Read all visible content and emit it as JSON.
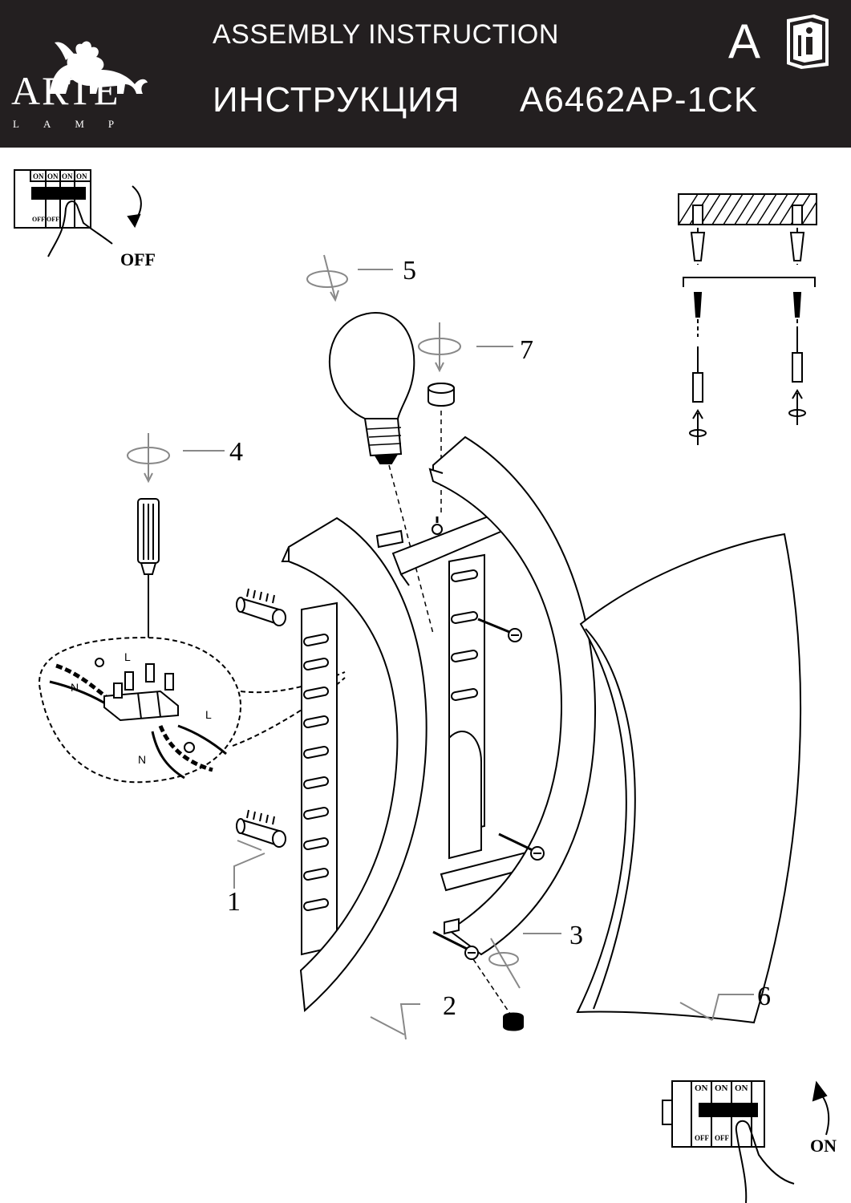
{
  "header": {
    "brand": "ARTE",
    "brand_sub": "LAMP",
    "title_en": "ASSEMBLY  INSTRUCTION",
    "title_ru": "ИНСТРУКЦИЯ",
    "model": "A6462AP-1CK",
    "lang": "A"
  },
  "switch_off": {
    "label": "OFF",
    "toggles_top": [
      "ON",
      "ON",
      "ON",
      "ON"
    ],
    "toggles_bottom": [
      "OFF",
      "OFF"
    ]
  },
  "switch_on": {
    "label": "ON",
    "toggles_top": [
      "ON",
      "ON",
      "ON"
    ],
    "toggles_bottom": [
      "OFF",
      "OFF"
    ]
  },
  "wiring": {
    "l": "L",
    "n": "N"
  },
  "callouts": [
    "1",
    "2",
    "3",
    "4",
    "5",
    "6",
    "7"
  ],
  "colors": {
    "header_bg": "#231f20",
    "ink": "#000000"
  }
}
